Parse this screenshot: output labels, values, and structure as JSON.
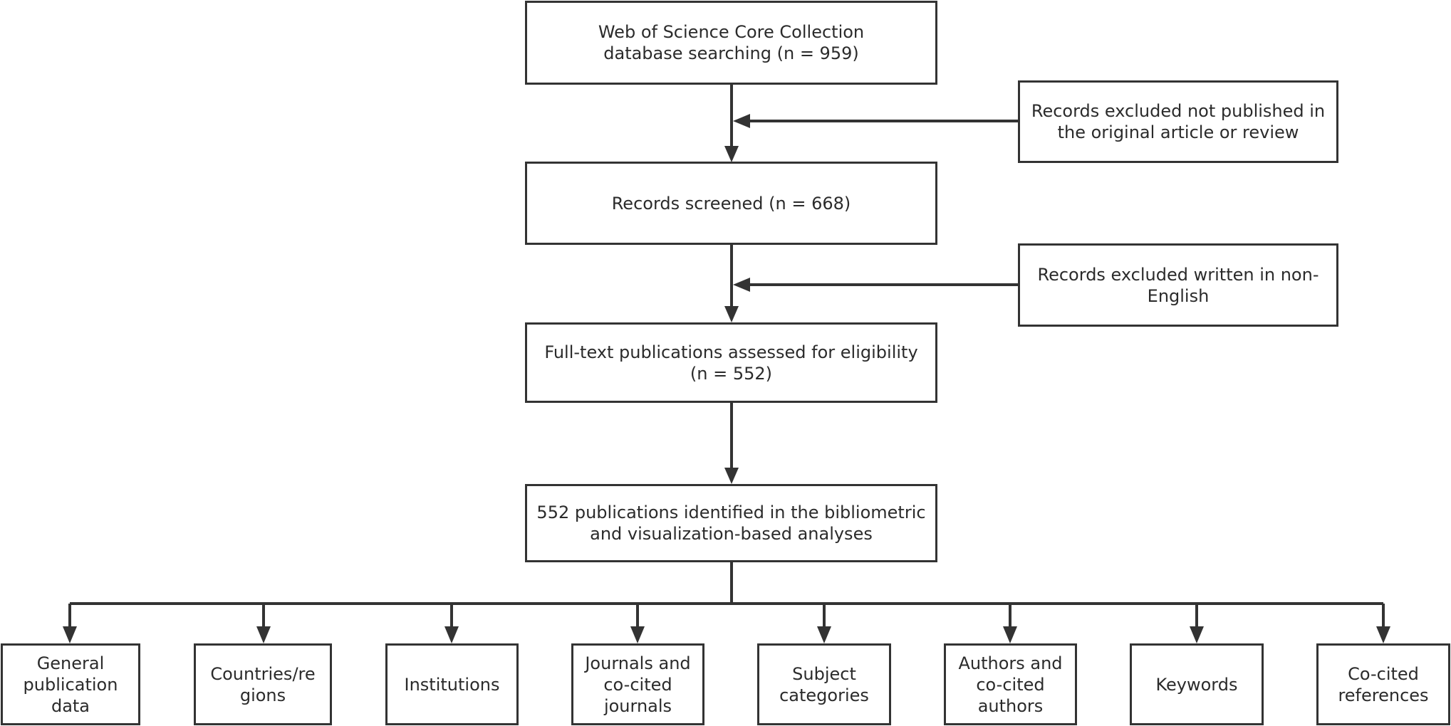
{
  "flow": {
    "search": "Web of Science Core Collection\ndatabase searching   (n = 959)",
    "exclusion_1": "Records excluded not published in\nthe original article or review",
    "screened": "Records screened (n = 668)",
    "exclusion_2": "Records excluded written in non-\nEnglish",
    "full_text": "Full-text publications assessed for eligibility\n(n = 552)",
    "identified": "552 publications identified in the bibliometric\nand visualization-based analyses"
  },
  "categories": [
    "General\npublication\ndata",
    "Countries/re\ngions",
    "Institutions",
    "Journals and\nco-cited\njournals",
    "Subject\ncategories",
    "Authors and\nco-cited\nauthors",
    "Keywords",
    "Co-cited\nreferences"
  ]
}
